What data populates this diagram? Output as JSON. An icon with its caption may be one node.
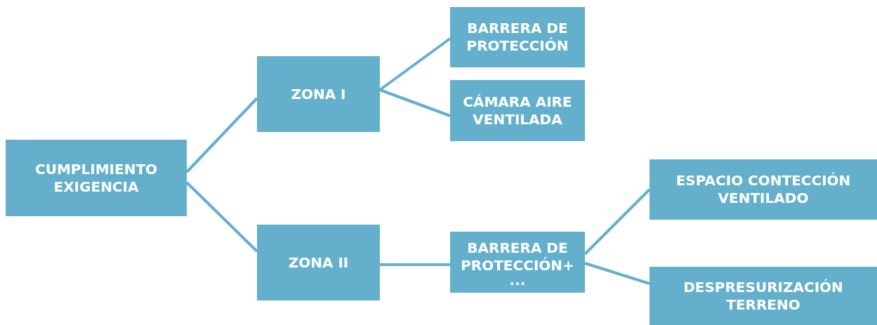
{
  "diagram": {
    "nodes": [
      {
        "text": [
          "CUMPLIMIENTO EXIGENCIA"
        ]
      },
      {
        "text": [
          "ZONA I"
        ]
      },
      {
        "text": [
          "ZONA II"
        ]
      },
      {
        "text": [
          "BARRERA DE PROTECCIÓN"
        ]
      },
      {
        "text": [
          "CÁMARA AIRE VENTILADA"
        ]
      },
      {
        "text": [
          "BARRERA DE PROTECCIÓN+",
          "..."
        ]
      },
      {
        "text": [
          "ESPACIO CONTECCIÓN VENTILADO"
        ]
      },
      {
        "text": [
          "DESPRESURIZACIÓN TERRENO"
        ]
      }
    ],
    "edges": [
      {
        "from": 0,
        "to": 1,
        "arrow": "none"
      },
      {
        "from": 0,
        "to": 2,
        "arrow": "none"
      },
      {
        "from": 1,
        "to": 3,
        "arrow": "none"
      },
      {
        "from": 1,
        "to": 4,
        "arrow": "none"
      },
      {
        "from": 2,
        "to": 5,
        "arrow": "none"
      },
      {
        "from": 5,
        "to": 6,
        "arrow": "none"
      },
      {
        "from": 5,
        "to": 7,
        "arrow": "none"
      }
    ]
  }
}
